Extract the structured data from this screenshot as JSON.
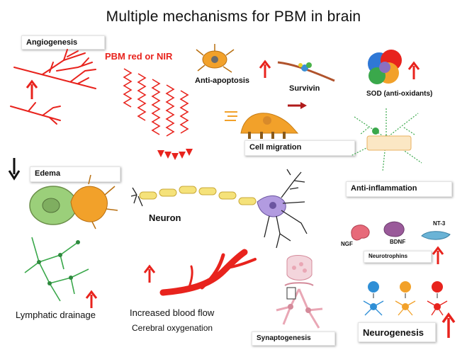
{
  "title": "Multiple mechanisms for PBM in brain",
  "labels": {
    "angiogenesis": "Angiogenesis",
    "pbm_light": "PBM red or NIR",
    "anti_apoptosis": "Anti-apoptosis",
    "survivin": "Survivin",
    "sod": "SOD (anti-oxidants)",
    "cell_migration": "Cell migration",
    "edema": "Edema",
    "anti_inflammation": "Anti-inflammation",
    "neuron": "Neuron",
    "ngf": "NGF",
    "bdnf": "BDNF",
    "nt3": "NT-3",
    "neurotrophins": "Neurotrophins",
    "lymphatic_drainage": "Lymphatic drainage",
    "blood_flow": "Increased blood flow",
    "oxygenation": "Cerebral oxygenation",
    "synaptogenesis": "Synaptogenesis",
    "neurogenesis": "Neurogenesis"
  },
  "colors": {
    "red": "#e8231d",
    "orange": "#f2a12a",
    "green": "#3aa84b",
    "purple": "#8a6fc0",
    "pink": "#e9a7b5",
    "blue": "#2f8fd6"
  }
}
